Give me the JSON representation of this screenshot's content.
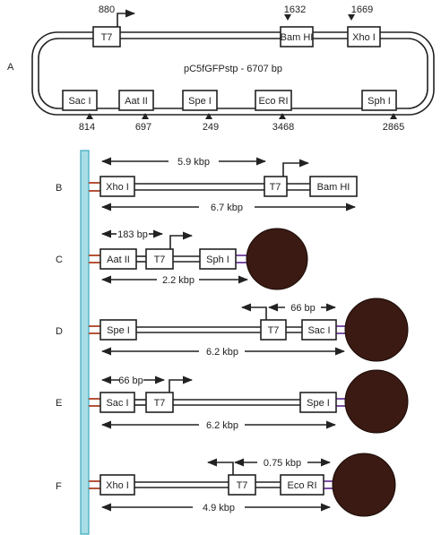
{
  "colors": {
    "surface": "#a9dde6",
    "surface_edge": "#3ba9bd",
    "bead": "#3a1a12",
    "bead_edge": "#1a0a06",
    "surface_link": "#b5533a",
    "bead_link": "#7b4fa3"
  },
  "panel_a": {
    "label": "A",
    "plasmid_name": "pC5fGFPstp - 6707 bp",
    "features": [
      {
        "name": "T7",
        "position": "880"
      },
      {
        "name": "Bam HI",
        "position": "1632"
      },
      {
        "name": "Xho I",
        "position": "1669"
      },
      {
        "name": "Sac I",
        "position": "814"
      },
      {
        "name": "Aat II",
        "position": "697"
      },
      {
        "name": "Spe I",
        "position": "249"
      },
      {
        "name": "Eco RI",
        "position": "3468"
      },
      {
        "name": "Sph I",
        "position": "2865"
      }
    ]
  },
  "panels": [
    {
      "label": "B",
      "boxes": [
        "Xho I",
        "T7",
        "Bam HI"
      ],
      "top_measure": "5.9 kbp",
      "bottom_measure": "6.7 kbp"
    },
    {
      "label": "C",
      "boxes": [
        "Aat II",
        "T7",
        "Sph I"
      ],
      "top_measure": "183 bp",
      "bottom_measure": "2.2 kbp"
    },
    {
      "label": "D",
      "boxes": [
        "Spe I",
        "T7",
        "Sac I"
      ],
      "top_measure": "66 bp",
      "bottom_measure": "6.2 kbp"
    },
    {
      "label": "E",
      "boxes": [
        "Sac I",
        "T7",
        "Spe I"
      ],
      "top_measure": "66 bp",
      "bottom_measure": "6.2 kbp"
    },
    {
      "label": "F",
      "boxes": [
        "Xho I",
        "T7",
        "Eco RI"
      ],
      "top_measure": "0.75 kbp",
      "bottom_measure": "4.9 kbp"
    }
  ]
}
